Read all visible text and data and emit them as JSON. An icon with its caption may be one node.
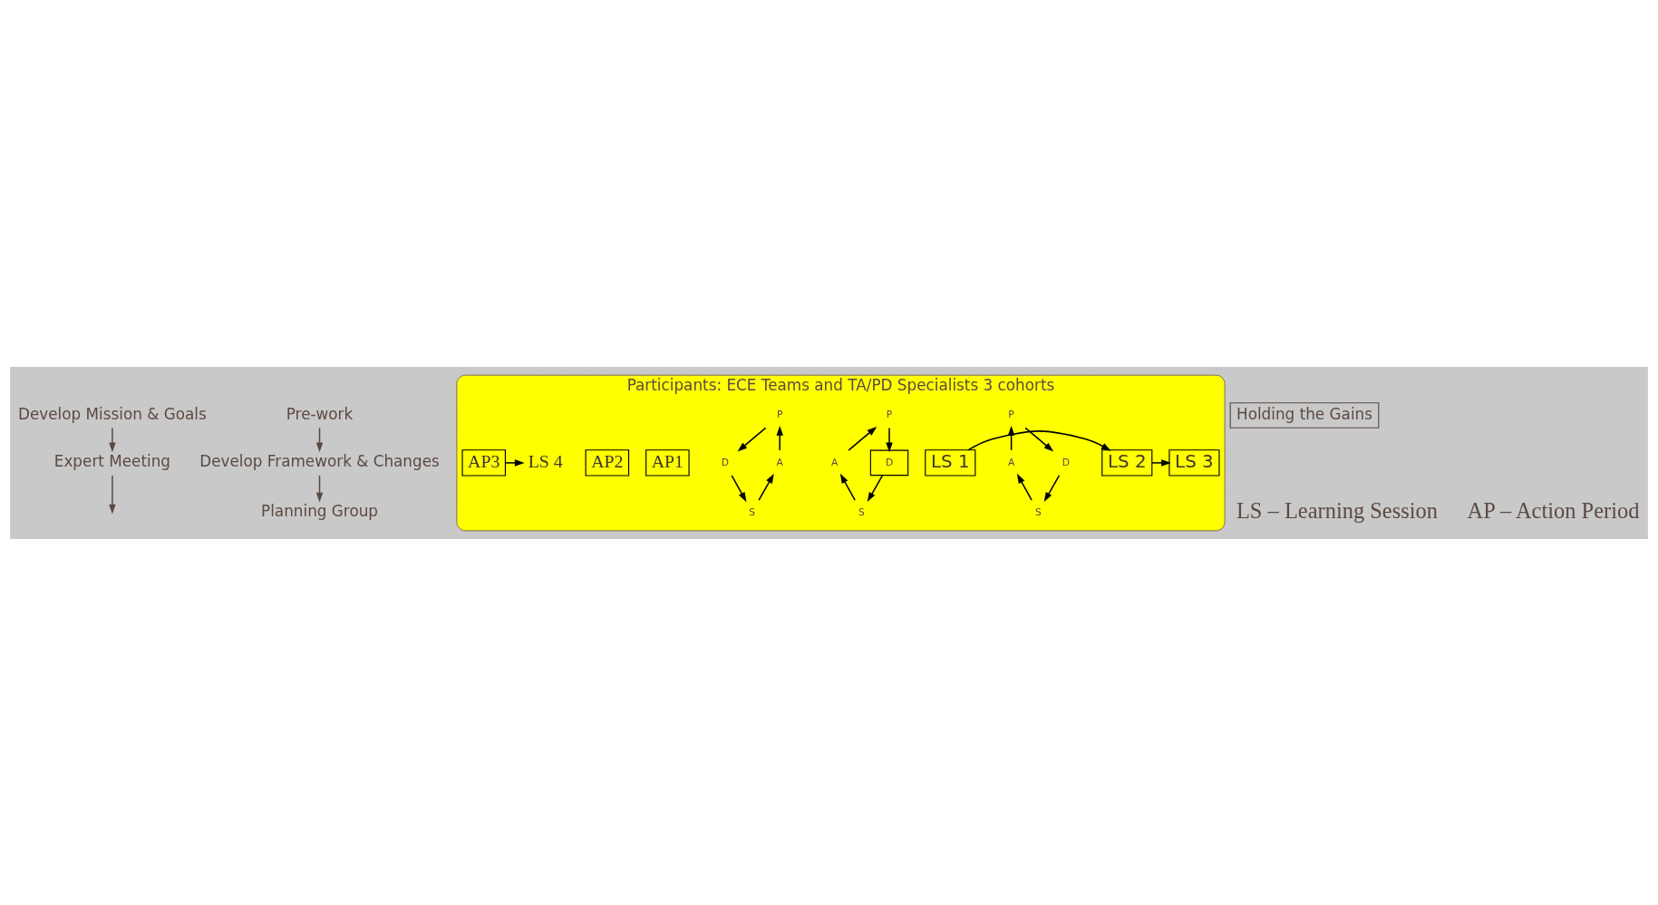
{
  "diagram": {
    "nodes": [
      {
        "text": [
          "Develop Mission & Goals"
        ]
      },
      {
        "text": [
          "Expert Meeting"
        ]
      },
      {
        "text": [
          "Pre-work"
        ]
      },
      {
        "text": [
          "Develop Framework & Changes"
        ]
      },
      {
        "text": [
          "Planning Group"
        ]
      },
      {
        "text": [
          "Participants: ECE Teams and TA/PD Specialists 3 cohorts"
        ]
      },
      {
        "text": [
          "Holding the Gains"
        ]
      },
      {
        "text": [
          "P"
        ],
        "in": 5
      },
      {
        "text": [
          "D"
        ],
        "in": 5
      },
      {
        "text": [
          "S"
        ],
        "in": 5
      },
      {
        "text": [
          "A"
        ],
        "in": 5
      },
      {
        "text": [
          "P"
        ],
        "in": 5
      },
      {
        "text": [
          "D"
        ],
        "in": 5
      },
      {
        "text": [
          "S"
        ],
        "in": 5
      },
      {
        "text": [
          "A"
        ],
        "in": 5
      },
      {
        "text": [
          "P"
        ],
        "in": 5
      },
      {
        "text": [
          "D"
        ],
        "in": 5
      },
      {
        "text": [
          "S"
        ],
        "in": 5
      },
      {
        "text": [
          "A"
        ],
        "in": 5
      },
      {
        "text": [
          "LS 1"
        ],
        "in": 5
      },
      {
        "text": [
          "AP1"
        ],
        "in": 5
      },
      {
        "text": [
          "LS 2"
        ],
        "in": 5
      },
      {
        "text": [
          "AP2"
        ],
        "in": 5
      },
      {
        "text": [
          "LS 3"
        ],
        "in": 5
      },
      {
        "text": [
          "AP3"
        ],
        "in": 5
      },
      {
        "text": [
          "LS 4"
        ],
        "in": 5
      }
    ],
    "edges": [
      {
        "from": 0,
        "to": 1,
        "arrow": "to",
        "color": "#5c4a42"
      },
      {
        "from": 2,
        "to": 3,
        "arrow": "to",
        "color": "#5c4a42"
      },
      {
        "from": 3,
        "to": 4,
        "arrow": "to",
        "color": "#5c4a42"
      },
      {
        "from": 1,
        "to": null,
        "arrow": "to",
        "color": "#5c4a42"
      },
      {
        "from": 7,
        "to": 8,
        "arrow": "to"
      },
      {
        "from": 8,
        "to": 9,
        "arrow": "to"
      },
      {
        "from": 9,
        "to": 10,
        "arrow": "to"
      },
      {
        "from": 10,
        "to": 7,
        "arrow": "to"
      },
      {
        "from": 11,
        "to": 12,
        "arrow": "to"
      },
      {
        "from": 12,
        "to": 13,
        "arrow": "to"
      },
      {
        "from": 13,
        "to": 14,
        "arrow": "to"
      },
      {
        "from": 14,
        "to": 11,
        "arrow": "to"
      },
      {
        "from": 15,
        "to": 16,
        "arrow": "to"
      },
      {
        "from": 16,
        "to": 17,
        "arrow": "to"
      },
      {
        "from": 17,
        "to": 18,
        "arrow": "to"
      },
      {
        "from": 18,
        "to": 15,
        "arrow": "to"
      },
      {
        "from": 19,
        "to": 21,
        "arrow": "to"
      },
      {
        "from": 21,
        "to": 23,
        "arrow": "to"
      },
      {
        "from": 24,
        "to": 25,
        "arrow": "to"
      }
    ],
    "labels": [
      "LS – Learning Session",
      "AP – Action Period"
    ]
  }
}
